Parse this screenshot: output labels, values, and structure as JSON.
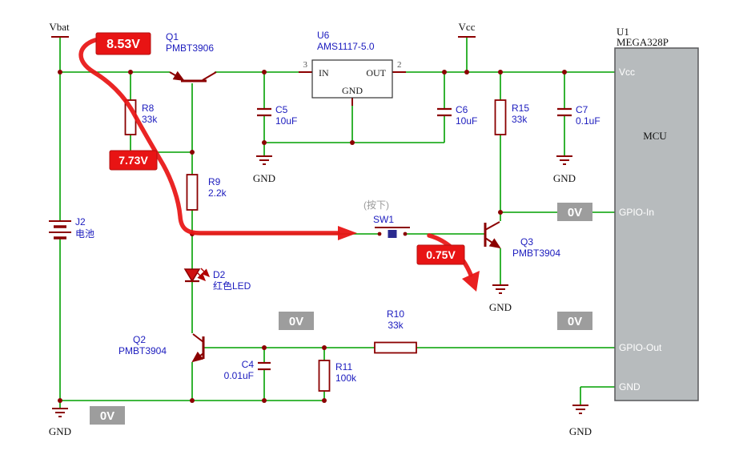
{
  "colors": {
    "wire": "#00a000",
    "component": "#8b0000",
    "label": "#1b1bbe",
    "badge_red": "#e81414",
    "badge_gray": "#9d9d9d",
    "mcu_fill": "#b7bbbd",
    "highlight_path": "#e81414"
  },
  "power": {
    "vbat": "Vbat",
    "vcc": "Vcc",
    "gnd": "GND"
  },
  "annotations": {
    "vbat_voltage": "8.53V",
    "q1_base_voltage": "7.73V",
    "q3_base_voltage": "0.75V",
    "zero_volts": "0V"
  },
  "parts": {
    "q1": {
      "ref": "Q1",
      "value": "PMBT3906"
    },
    "q2": {
      "ref": "Q2",
      "value": "PMBT3904"
    },
    "q3": {
      "ref": "Q3",
      "value": "PMBT3904"
    },
    "r8": {
      "ref": "R8",
      "value": "33k"
    },
    "r9": {
      "ref": "R9",
      "value": "2.2k"
    },
    "r10": {
      "ref": "R10",
      "value": "33k"
    },
    "r11": {
      "ref": "R11",
      "value": "100k"
    },
    "r15": {
      "ref": "R15",
      "value": "33k"
    },
    "c4": {
      "ref": "C4",
      "value": "0.01uF"
    },
    "c5": {
      "ref": "C5",
      "value": "10uF"
    },
    "c6": {
      "ref": "C6",
      "value": "10uF"
    },
    "c7": {
      "ref": "C7",
      "value": "0.1uF"
    },
    "d2": {
      "ref": "D2",
      "value": "红色LED"
    },
    "j2": {
      "ref": "J2",
      "value": "电池"
    },
    "sw1": {
      "ref": "SW1",
      "note": "(按下)"
    },
    "u6": {
      "ref": "U6",
      "value": "AMS1117-5.0",
      "pin_in": "IN",
      "pin_out": "OUT",
      "pin_gnd": "GND",
      "pin_num_in": "3",
      "pin_num_out": "2"
    },
    "u1": {
      "ref": "U1",
      "value": "MEGA328P",
      "core": "MCU",
      "pin_vcc": "Vcc",
      "pin_gpio_in": "GPIO-In",
      "pin_gpio_out": "GPIO-Out",
      "pin_gnd": "GND"
    }
  }
}
